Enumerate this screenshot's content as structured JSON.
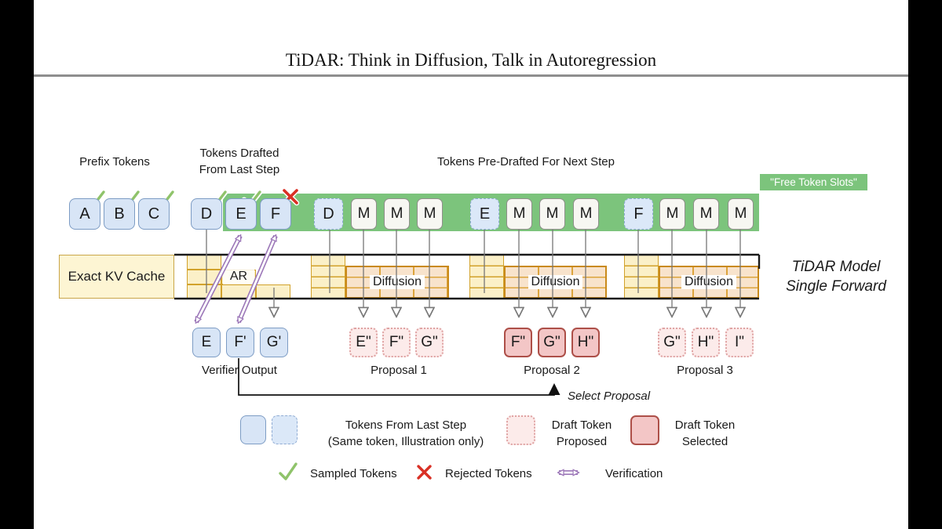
{
  "title": "TiDAR: Think in Diffusion, Talk in Autoregression",
  "headers": {
    "prefix": "Prefix Tokens",
    "drafted_line1": "Tokens Drafted",
    "drafted_line2": "From Last Step",
    "predrafted": "Tokens Pre-Drafted For Next Step",
    "free_slots": "\"Free Token Slots\""
  },
  "tokens": {
    "prefix": [
      "A",
      "B",
      "C"
    ],
    "drafted": [
      "D",
      "E",
      "F"
    ],
    "anchors": [
      "D",
      "E",
      "F"
    ],
    "mask": "M"
  },
  "band": {
    "kv_cache": "Exact KV Cache",
    "ar": "AR",
    "diffusion": "Diffusion"
  },
  "model_note": {
    "line1": "TiDAR Model",
    "line2": "Single Forward"
  },
  "outputs": {
    "verifier": [
      "E",
      "F'",
      "G'"
    ],
    "verifier_label": "Verifier Output",
    "proposals": [
      {
        "label": "Proposal 1",
        "tokens": [
          "E\"",
          "F\"",
          "G\""
        ]
      },
      {
        "label": "Proposal 2",
        "tokens": [
          "F\"",
          "G\"",
          "H\""
        ]
      },
      {
        "label": "Proposal 3",
        "tokens": [
          "G\"",
          "H\"",
          "I\""
        ]
      }
    ],
    "select_label": "Select Proposal"
  },
  "legend": {
    "tokens_last_step_1": "Tokens From Last Step",
    "tokens_last_step_2": "(Same token, Illustration only)",
    "draft_proposed_1": "Draft Token",
    "draft_proposed_2": "Proposed",
    "draft_selected_1": "Draft Token",
    "draft_selected_2": "Selected",
    "sampled": "Sampled Tokens",
    "rejected": "Rejected Tokens",
    "verification": "Verification"
  },
  "colors": {
    "band_green": "#7cc47c",
    "token_blue_fill": "#d8e5f6",
    "token_blue_border": "#7d9cc4",
    "kv_yellow_fill": "#fbf0c8",
    "kv_yellow_border": "#d2a22b",
    "diffusion_fill": "#f8e3cc",
    "diffusion_border": "#c98a1c",
    "draft_pink_fill": "#fcebea",
    "selected_pink_fill": "#f3c6c6",
    "selected_pink_border": "#ad4f48",
    "check_green": "#8fc36a",
    "reject_red": "#d93025",
    "verify_purple": "#9c77b8"
  }
}
